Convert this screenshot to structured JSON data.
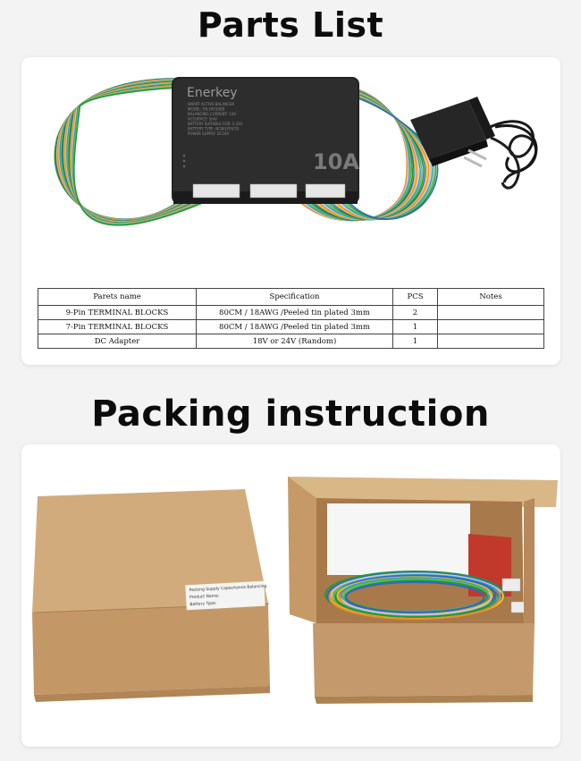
{
  "sections": {
    "parts_title": "Parts List",
    "packing_title": "Packing instruction"
  },
  "device": {
    "brand": "Enerkey",
    "rating": "10A",
    "spec_lines": [
      "SMART ACTIVE BALANCER",
      "MODEL: EK-24S10EB",
      "BALANCING CURRENT: 10A",
      "ACCURACY: 5mV",
      "BATTERY SUITABLE FOR: 2-24S",
      "BATTERY TYPE: NCM/LFP/LTO",
      "POWER SUPPLY: DC18V"
    ]
  },
  "parts_table": {
    "headers": [
      "Parets name",
      "Specification",
      "PCS",
      "Notes"
    ],
    "rows": [
      [
        "9-Pin TERMINAL BLOCKS",
        "80CM / 18AWG /Peeled tin plated 3mm",
        "2",
        ""
      ],
      [
        "7-Pin TERMINAL BLOCKS",
        "80CM / 18AWG /Peeled tin plated 3mm",
        "1",
        ""
      ],
      [
        "DC Adapter",
        "18V or 24V (Random)",
        "1",
        ""
      ]
    ]
  },
  "box_label": {
    "line1": "Packing Supply Capacitance Balancing",
    "line2": "Product Name:",
    "line3": "Battery Type:"
  },
  "colors": {
    "wire_colors": [
      "#1f9a3a",
      "#2f66c8",
      "#f2c21b",
      "#f08a24",
      "#c7c7c7",
      "#2e9bd6",
      "#6bbf3a"
    ],
    "device_body": "#2a2a2a",
    "cardboard": "#c49a6c"
  }
}
